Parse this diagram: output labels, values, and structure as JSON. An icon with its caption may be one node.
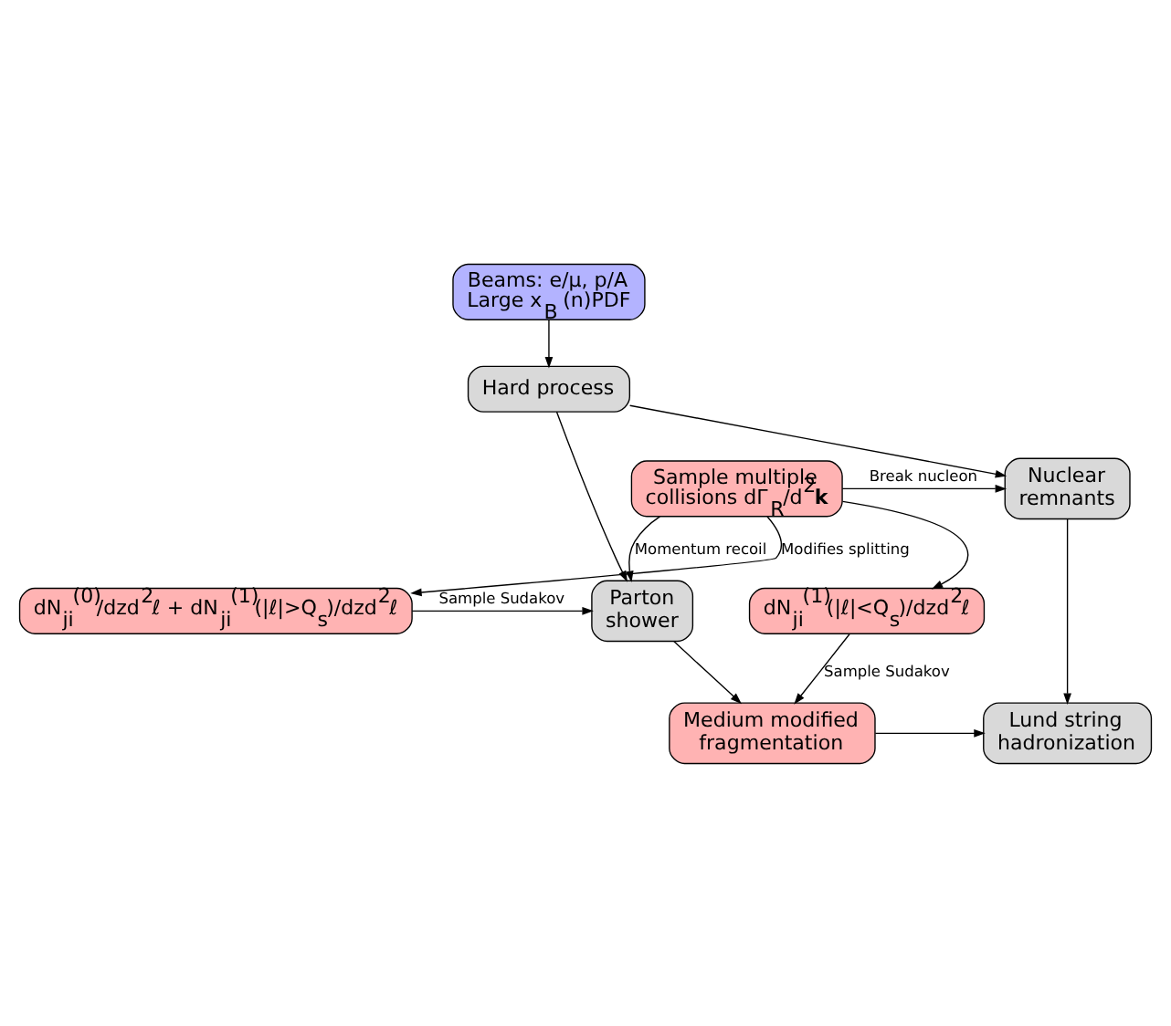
{
  "diagram": {
    "nodes": [
      {
        "text": [
          "Beams: e/μ, p/A",
          "Large x$_{B}$ (n)PDF"
        ]
      },
      {
        "text": [
          "Hard process"
        ]
      },
      {
        "text": [
          "dN$_{ji}$$^{(0)}$/dzd$^{2}$ℓ + dN$_{ji}$$^{(1)}$(|ℓ|>Q$_{s}$)/dzd$^{2}$ℓ"
        ]
      },
      {
        "text": [
          "Parton shower"
        ]
      },
      {
        "text": [
          "Nuclear remnants"
        ]
      },
      {
        "text": [
          "Sample multiple collisions dΓ$_{R}$/d$^{2}$**k**"
        ]
      },
      {
        "text": [
          "dN$_{ji}$$^{(1)}$(|ℓ|<Q$_{s}$)/dzd$^{2}$ℓ"
        ]
      },
      {
        "text": [
          "Lund string hadronization"
        ]
      },
      {
        "text": [
          "Medium modified fragmentation"
        ]
      }
    ],
    "edges": [
      {
        "from": 0,
        "to": 1,
        "arrow": "to"
      },
      {
        "from": 1,
        "to": 4,
        "arrow": "to"
      },
      {
        "from": 1,
        "to": 3,
        "arrow": "to"
      },
      {
        "from": 2,
        "to": 3,
        "arrow": "to",
        "label": "Sample Sudakov"
      },
      {
        "from": 5,
        "to": 2,
        "arrow": "to",
        "label": "Modifies splitting"
      },
      {
        "from": 5,
        "to": 4,
        "arrow": "to",
        "label": "Break nucleon"
      },
      {
        "from": 5,
        "to": 3,
        "arrow": "to",
        "label": "Momentum recoil"
      },
      {
        "from": 5,
        "to": 6,
        "arrow": "to"
      },
      {
        "from": 6,
        "to": 8,
        "arrow": "to",
        "label": "Sample Sudakov"
      },
      {
        "from": 3,
        "to": 8,
        "arrow": "to"
      },
      {
        "from": 4,
        "to": 7,
        "arrow": "to"
      },
      {
        "from": 8,
        "to": 7,
        "arrow": "to"
      }
    ]
  }
}
